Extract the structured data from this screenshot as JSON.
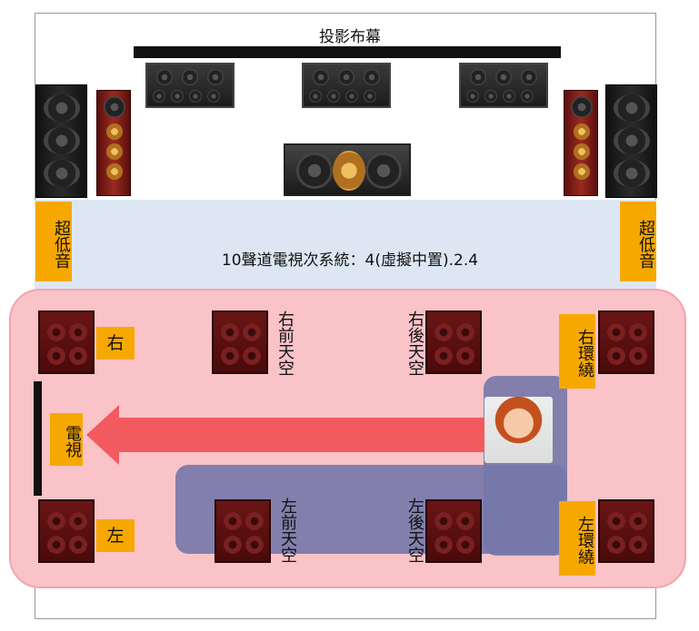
{
  "screen_label": "投影布幕",
  "system_label": "10聲道電視次系統：4(虛擬中置).2.4",
  "labels": {
    "subwoofer_left": "超低音",
    "subwoofer_right": "超低音",
    "front_right": "右",
    "front_left": "左",
    "tv": "電視",
    "right_front_height": "右前天空",
    "right_rear_height": "右後天空",
    "left_front_height": "左前天空",
    "left_rear_height": "左後天空",
    "right_surround": "右環繞",
    "left_surround": "左環繞"
  },
  "colors": {
    "label_bg": "#f7a800",
    "listening_zone": "#f9c3c8",
    "path": "#7478a8",
    "arrow": "#f25a5f",
    "band": "#dde7f3"
  }
}
